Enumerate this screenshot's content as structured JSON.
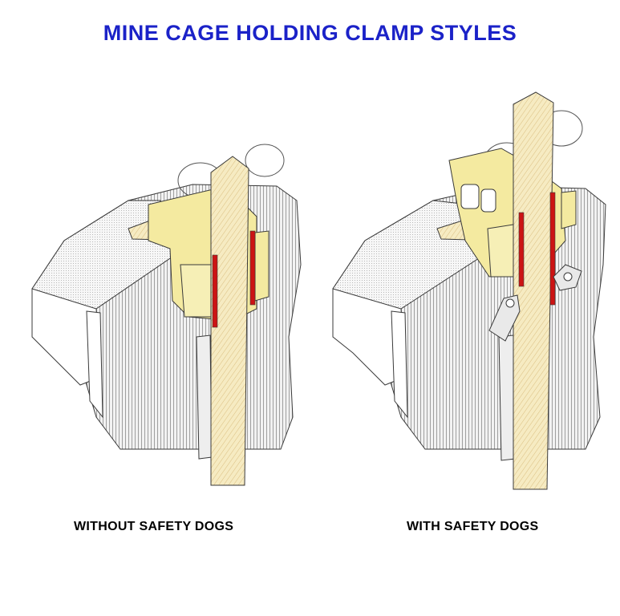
{
  "title": "MINE CAGE HOLDING CLAMP STYLES",
  "colors": {
    "title": "#1b22c8",
    "wood": "#f3e6b8",
    "clamp": "#f4eaa0",
    "red_strip": "#cc1414",
    "cage_gray": "#e6e6e6",
    "line": "#3a3a3a"
  },
  "panels": [
    {
      "caption": "WITHOUT SAFETY DOGS"
    },
    {
      "caption": "WITH SAFETY DOGS"
    }
  ]
}
